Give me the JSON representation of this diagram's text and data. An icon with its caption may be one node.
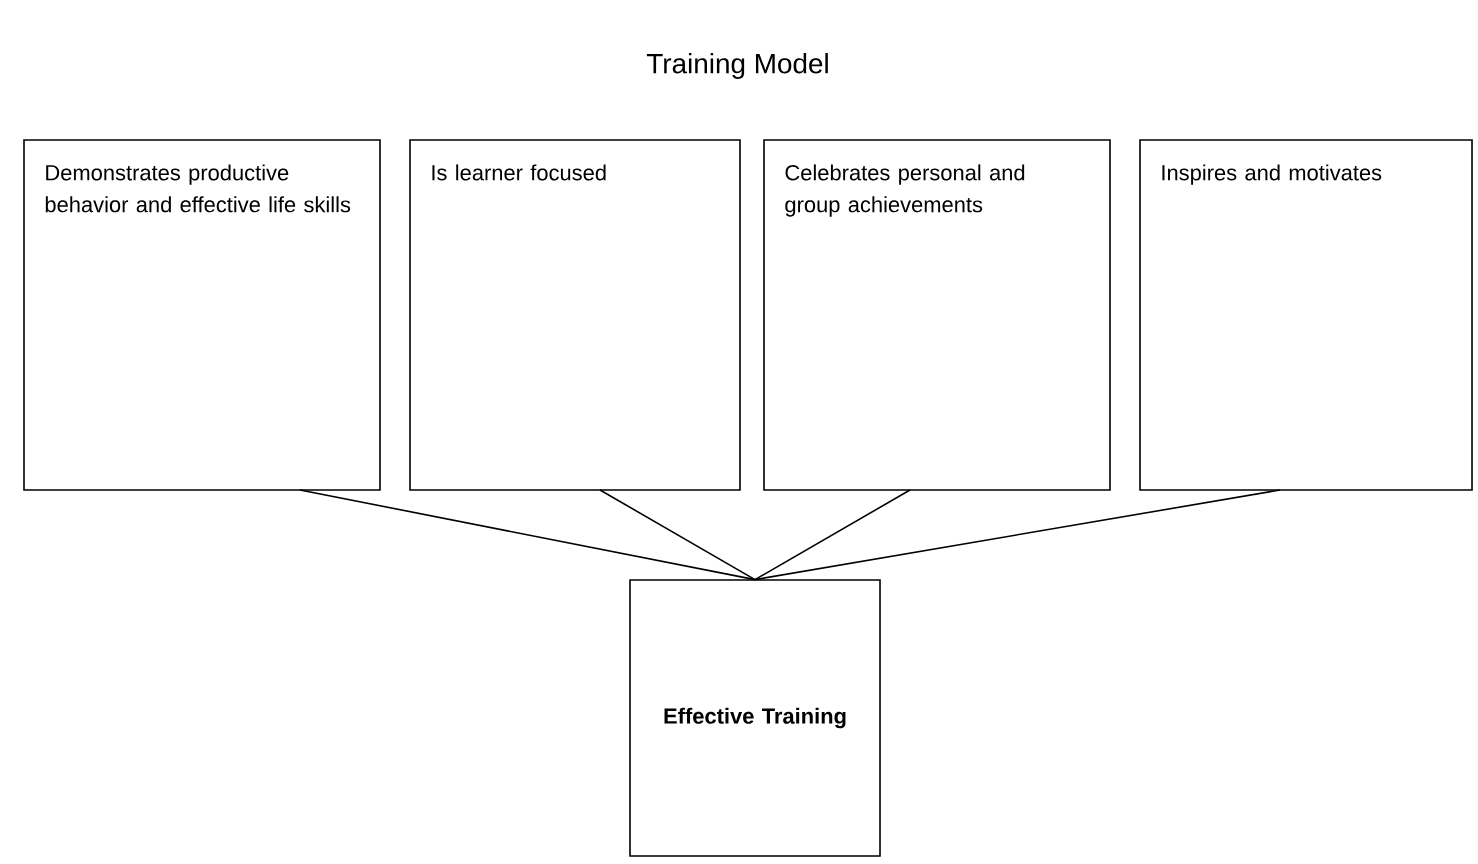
{
  "diagram": {
    "title": "Training Model",
    "nodes": [
      {
        "text": [
          "Demonstrates productive behavior and effective life skills"
        ]
      },
      {
        "text": [
          "Is learner focused"
        ]
      },
      {
        "text": [
          "Celebrates personal and group achievements"
        ]
      },
      {
        "text": [
          "Inspires and motivates"
        ]
      },
      {
        "text": [
          "Effective Training"
        ]
      }
    ],
    "edges": [
      {
        "from": 0,
        "to": 4,
        "arrow": "none"
      },
      {
        "from": 1,
        "to": 4,
        "arrow": "none"
      },
      {
        "from": 2,
        "to": 4,
        "arrow": "none"
      },
      {
        "from": 3,
        "to": 4,
        "arrow": "none"
      }
    ]
  }
}
